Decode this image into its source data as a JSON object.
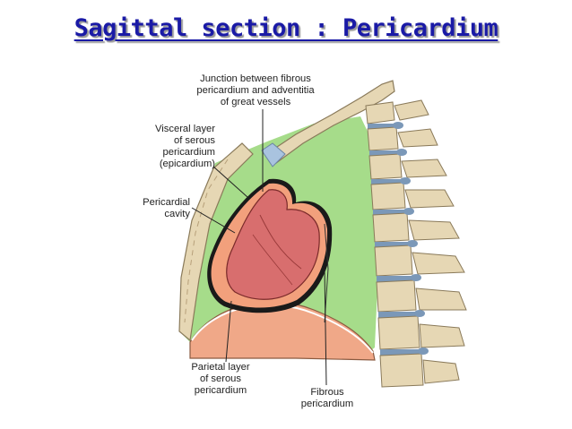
{
  "title": "Sagittal section : Pericardium",
  "labels": {
    "junction": [
      "Junction between fibrous",
      "pericardium and adventitia",
      "of great vessels"
    ],
    "visceral": [
      "Visceral layer",
      "of serous",
      "pericardium",
      "(epicardium)"
    ],
    "cavity": [
      "Pericardial",
      "cavity"
    ],
    "parietal": [
      "Parietal layer",
      "of serous",
      "pericardium"
    ],
    "fibrous": [
      "Fibrous",
      "pericardium"
    ]
  },
  "colors": {
    "title": "#1a1aa6",
    "mediastinum": "#a6dc8a",
    "bone": "#e6d7b4",
    "intervertebral_disc": "#7b98b8",
    "pericardium_outer": "#f2a07c",
    "heart_muscle": "#d86e6e",
    "diaphragm": "#f0a888"
  }
}
